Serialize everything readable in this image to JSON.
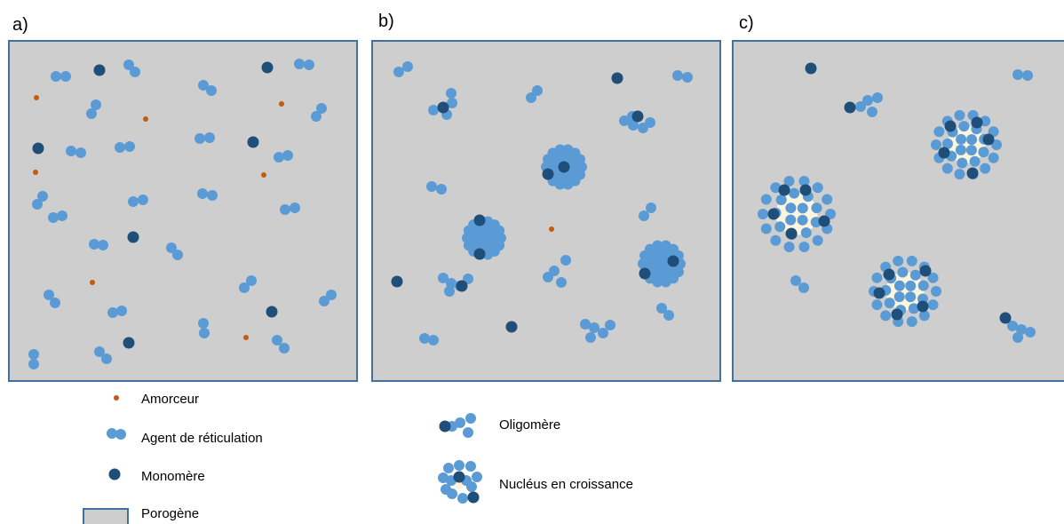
{
  "colors": {
    "background": "#ffffff",
    "porogen_fill": "#cecece",
    "panel_border": "#41719c",
    "initiator": "#c55a11",
    "crosslinker": "#5b9bd5",
    "monomer": "#1f4e79",
    "nucleus_core": "#fdf5dc"
  },
  "panels": [
    {
      "label": "a)"
    },
    {
      "label": "b)"
    },
    {
      "label": "c)"
    }
  ],
  "legend": {
    "initiator": "Amorceur",
    "crosslinker": "Agent de réticulation",
    "monomer": "Monomère",
    "porogen": "Porogène",
    "oligomer": "Oligomère",
    "nucleus": "Nucléus en croissance"
  }
}
